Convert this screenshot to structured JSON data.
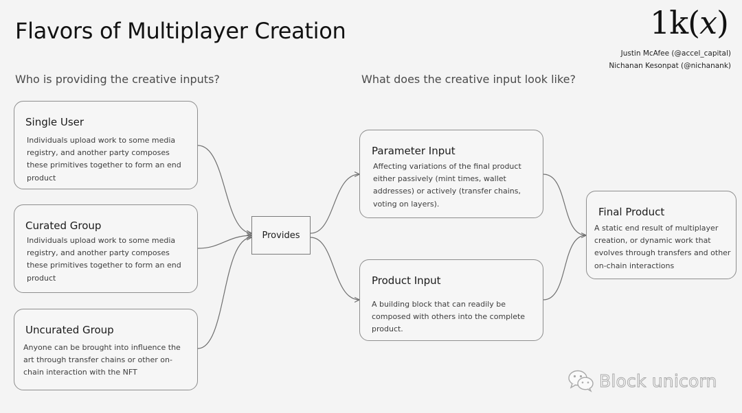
{
  "title": "Flavors of Multiplayer Creation",
  "logo": "1k(𝑥)",
  "authors": [
    "Justin McAfee (@accel_capital)",
    "Nichanan Kesonpat (@nichanank)"
  ],
  "questions": {
    "left": "Who is providing the creative inputs?",
    "right": "What does the creative input look like?"
  },
  "cards": {
    "single_user": {
      "title": "Single User",
      "desc": "Individuals upload work to some media registry, and another party composes these primitives together to form an end product"
    },
    "curated_group": {
      "title": "Curated Group",
      "desc": "Individuals upload work to some media registry, and another party composes these primitives together to form an end product"
    },
    "uncurated_group": {
      "title": "Uncurated Group",
      "desc": "Anyone can be brought into influence the art through transfer chains or other on-chain interaction with the NFT"
    },
    "parameter_input": {
      "title": "Parameter Input",
      "desc": "Affecting variations of the final product either passively (mint times, wallet addresses) or actively (transfer chains, voting on layers)."
    },
    "product_input": {
      "title": "Product Input",
      "desc": "A building block that can readily be composed with others into the complete product."
    },
    "final_product": {
      "title": "Final Product",
      "desc": "A static end result of multiplayer creation, or dynamic work that evolves through transfers and other on-chain interactions"
    }
  },
  "provides": "Provides",
  "watermark": {
    "icon": "wechat-icon",
    "text": "Block unicorn"
  },
  "colors": {
    "background": "#f4f4f4",
    "border": "#8d8d8d",
    "connector": "#6f6f6f"
  }
}
